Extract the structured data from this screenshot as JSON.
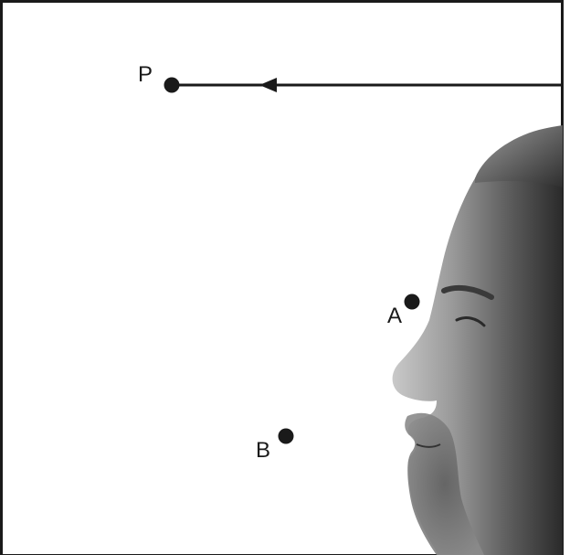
{
  "points": {
    "P": {
      "label": "P"
    },
    "A": {
      "label": "A"
    },
    "B": {
      "label": "B"
    }
  },
  "arrow": {
    "from": "right-edge",
    "to": "P",
    "direction": "leftward"
  },
  "image": {
    "subject": "man-profile-facing-left"
  },
  "colors": {
    "ink": "#1a1a1a",
    "background": "#ffffff"
  }
}
